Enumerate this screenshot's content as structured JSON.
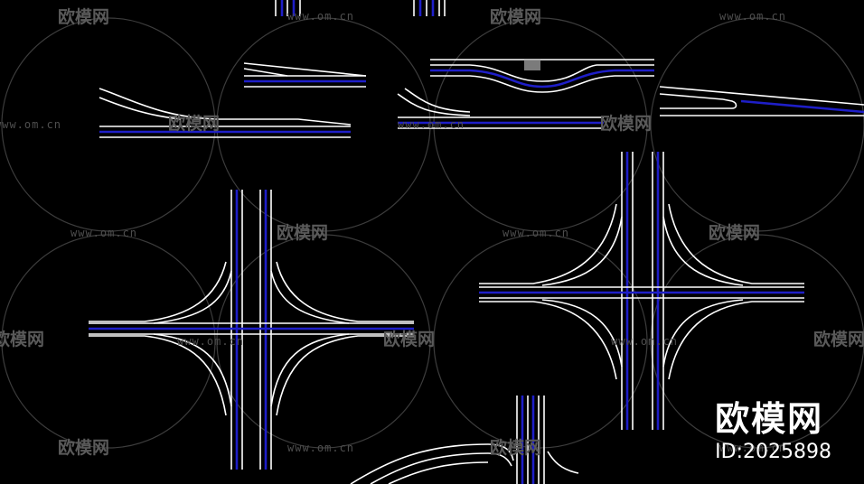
{
  "watermark": {
    "brand": "欧模网",
    "url": "www.om.cn"
  },
  "badge": {
    "name": "欧模网",
    "id": "ID:2025898"
  },
  "colors": {
    "background": "#000000",
    "road_edge": "#ffffff",
    "lane_divider": "#1e1ec8",
    "watermark": "#5a5a5a",
    "hatch": "#9a9a9a"
  }
}
